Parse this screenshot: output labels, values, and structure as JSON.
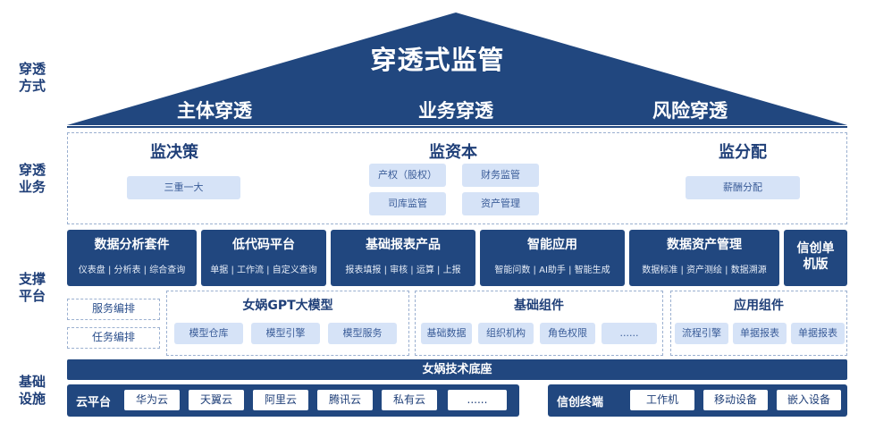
{
  "side_labels": {
    "l1": [
      "穿透",
      "方式"
    ],
    "l2": [
      "穿透",
      "业务"
    ],
    "l3": [
      "支撑",
      "平台"
    ],
    "l4": [
      "基础",
      "设施"
    ]
  },
  "roof": {
    "title": "穿透式监管",
    "items": [
      "主体穿透",
      "业务穿透",
      "风险穿透"
    ]
  },
  "business": {
    "groups": [
      {
        "title": "监决策",
        "items": [
          "三重一大"
        ]
      },
      {
        "title": "监资本",
        "items": [
          "产权（股权）",
          "财务监管",
          "司库监管",
          "资产管理"
        ]
      },
      {
        "title": "监分配",
        "items": [
          "薪酬分配"
        ]
      }
    ]
  },
  "platform": {
    "cards": [
      {
        "title": "数据分析套件",
        "sub": "仪表盘 | 分析表 | 综合查询"
      },
      {
        "title": "低代码平台",
        "sub": "单据 | 工作流 | 自定义查询"
      },
      {
        "title": "基础报表产品",
        "sub": "报表填报 | 审核 | 运算 | 上报"
      },
      {
        "title": "智能应用",
        "sub": "智能问数 | AI助手 | 智能生成"
      },
      {
        "title": "数据资产管理",
        "sub": "数据标准 | 资产测绘 | 数据溯源"
      },
      {
        "title": "信创单\n机版",
        "sub": ""
      }
    ],
    "left_tags": [
      "服务编排",
      "任务编排"
    ],
    "model": {
      "title": "女娲GPT大模型",
      "items": [
        "模型仓库",
        "模型引擎",
        "模型服务"
      ]
    },
    "basic": {
      "title": "基础组件",
      "items": [
        "基础数据",
        "组织机构",
        "角色权限",
        "......"
      ]
    },
    "app": {
      "title": "应用组件",
      "items": [
        "流程引擎",
        "单据报表",
        "单据报表"
      ]
    }
  },
  "infra": {
    "bar": "女娲技术底座",
    "cloud": {
      "label": "云平台",
      "items": [
        "华为云",
        "天翼云",
        "阿里云",
        "腾讯云",
        "私有云",
        "......"
      ]
    },
    "xinchuang": {
      "label": "信创终端",
      "items": [
        "工作机",
        "移动设备",
        "嵌入设备"
      ]
    }
  },
  "colors": {
    "navy": "#21477f",
    "pill_bg": "#d6e3f7",
    "dash": "#9bb0d0"
  }
}
